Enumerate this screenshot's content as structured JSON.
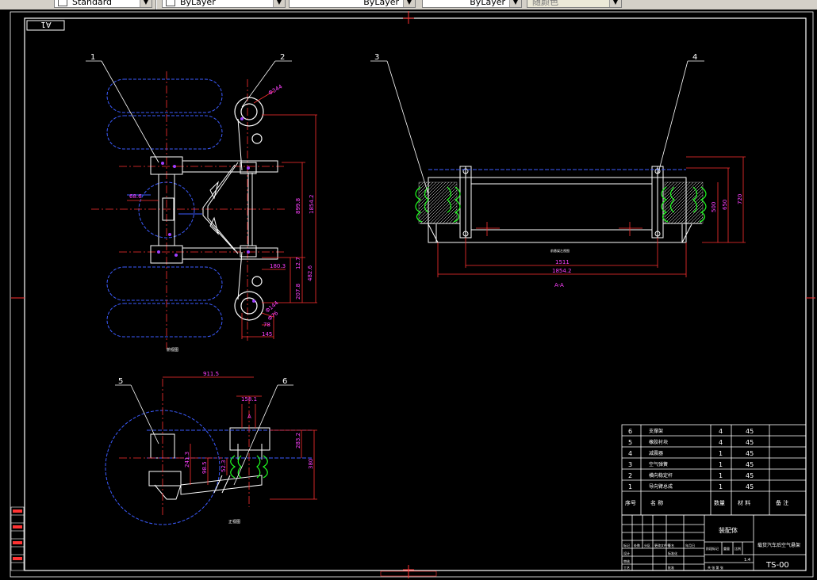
{
  "toolbar": {
    "text_style": "Standard",
    "layer": "ByLayer",
    "linetype": "ByLayer",
    "lineweight": "ByLayer",
    "plot_style": "随颜色"
  },
  "drawing": {
    "sheet_label": "A1",
    "view_top_caption": "俯视图",
    "view_front_caption": "正视图",
    "section_caption": "A-A",
    "section_title_small": "前悬架左视图",
    "callouts": [
      "1",
      "2",
      "3",
      "4",
      "5",
      "6"
    ],
    "dimensions": {
      "d_r": "Φ344",
      "d_r2": "Φ144",
      "d_rr": "Φ76",
      "v_899": "899.8",
      "v_1854": "1854.2",
      "v_482": "482.6",
      "v_27": "12.7",
      "v_207": "207.8",
      "h_68": "68.6",
      "h_180": "180.3",
      "h_78": "78",
      "h_145": "145",
      "s_1511": "1511",
      "s_1854": "1854.2",
      "s_500": "500",
      "s_650": "650",
      "s_720": "720",
      "f_911": "911.5",
      "f_158": "158.1",
      "f_2832": "283.2",
      "f_380": "380",
      "f_98": "98.5",
      "f_52": "52.3",
      "f_241": "241.3",
      "f_a": "A"
    }
  },
  "title_block": {
    "parts": [
      {
        "no": "6",
        "name": "支撑架",
        "qty": "4",
        "material": "45"
      },
      {
        "no": "5",
        "name": "橡胶衬块",
        "qty": "4",
        "material": "45"
      },
      {
        "no": "4",
        "name": "减震器",
        "qty": "1",
        "material": "45"
      },
      {
        "no": "3",
        "name": "空气弹簧",
        "qty": "1",
        "material": "45"
      },
      {
        "no": "2",
        "name": "横向稳定杆",
        "qty": "1",
        "material": "45"
      },
      {
        "no": "1",
        "name": "导向臂总成",
        "qty": "1",
        "material": "45"
      }
    ],
    "header": {
      "no": "序号",
      "name": "名 称",
      "qty": "数量",
      "material": "材 料",
      "remark": "备 注"
    },
    "assembly_name": "装配体",
    "drawing_title": "载货汽车后空气悬架",
    "drawing_no": "TS-00",
    "scale": "1:4",
    "cells": [
      "标记",
      "处数",
      "分区",
      "更改文件号",
      "签名",
      "年月日",
      "设计",
      "标准化",
      "阶段标记",
      "重量",
      "比例",
      "审核",
      "工艺",
      "批准",
      "共 张 第 张"
    ]
  }
}
